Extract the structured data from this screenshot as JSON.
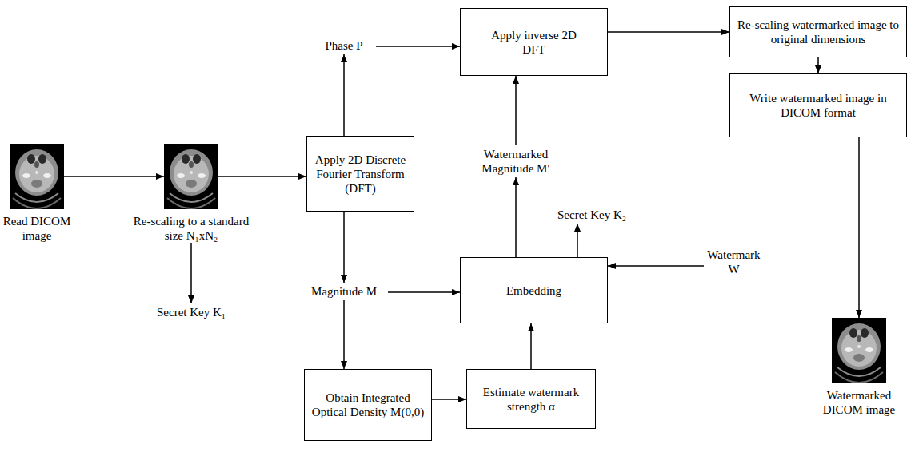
{
  "diagram": {
    "nodes": [
      {
        "text": [
          "Read DICOM image"
        ]
      },
      {
        "text": [
          "Re-scaling to a standard size N₁xN₂"
        ]
      },
      {
        "text": [
          "Secret Key K₁"
        ]
      },
      {
        "text": [
          "Apply 2D Discrete Fourier Transform (DFT)"
        ]
      },
      {
        "text": [
          "Phase P"
        ]
      },
      {
        "text": [
          "Magnitude M"
        ]
      },
      {
        "text": [
          "Obtain Integrated Optical Density M(0,0)"
        ]
      },
      {
        "text": [
          "Apply inverse 2D DFT"
        ]
      },
      {
        "text": [
          "Watermarked Magnitude M′"
        ]
      },
      {
        "text": [
          "Secret Key K₂"
        ]
      },
      {
        "text": [
          "Embedding"
        ]
      },
      {
        "text": [
          "Watermark W"
        ]
      },
      {
        "text": [
          "Estimate watermark strength α"
        ]
      },
      {
        "text": [
          "Re-scaling watermarked image to original dimensions"
        ]
      },
      {
        "text": [
          "Write watermarked image in DICOM format"
        ]
      },
      {
        "text": [
          "Watermarked DICOM image"
        ]
      }
    ],
    "edges": [
      {
        "from": 0,
        "to": 1,
        "arrow": "to"
      },
      {
        "from": 1,
        "to": 2,
        "arrow": "to"
      },
      {
        "from": 1,
        "to": 3,
        "arrow": "to"
      },
      {
        "from": 3,
        "to": 4,
        "arrow": "to"
      },
      {
        "from": 3,
        "to": 5,
        "arrow": "to"
      },
      {
        "from": 4,
        "to": 7,
        "arrow": "to"
      },
      {
        "from": 5,
        "to": 10,
        "arrow": "to"
      },
      {
        "from": 5,
        "to": 6,
        "arrow": "to"
      },
      {
        "from": 6,
        "to": 12,
        "arrow": "to"
      },
      {
        "from": 12,
        "to": 10,
        "arrow": "to"
      },
      {
        "from": 11,
        "to": 10,
        "arrow": "to"
      },
      {
        "from": 10,
        "to": 9,
        "arrow": "to"
      },
      {
        "from": 10,
        "to": 8,
        "arrow": "to"
      },
      {
        "from": 8,
        "to": 7,
        "arrow": "to"
      },
      {
        "from": 7,
        "to": 13,
        "arrow": "to"
      },
      {
        "from": 13,
        "to": 14,
        "arrow": "to"
      },
      {
        "from": 14,
        "to": 15,
        "arrow": "to"
      }
    ]
  }
}
